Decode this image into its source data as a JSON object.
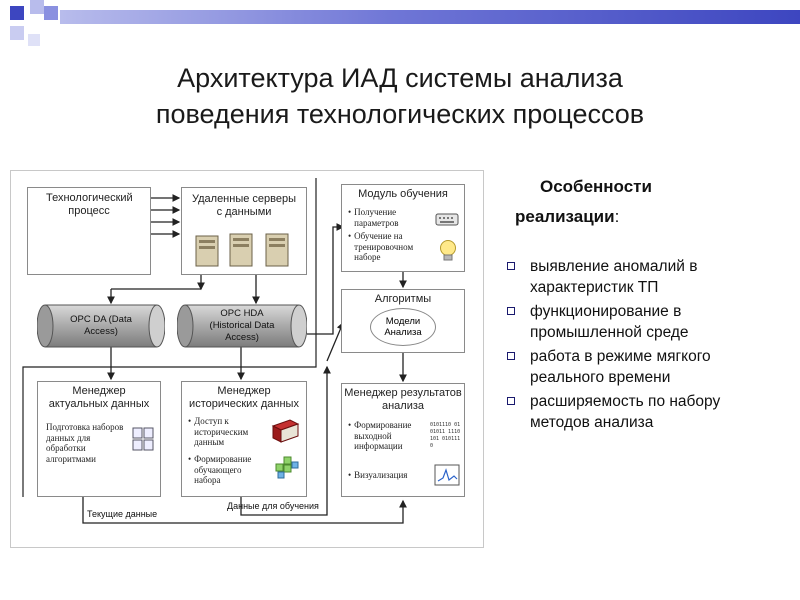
{
  "title": {
    "line1": "Архитектура ИАД системы анализа",
    "line2": "поведения технологических процессов"
  },
  "colors": {
    "accent_blue": "#3d46c0",
    "light_blue": "#b8bcec",
    "cylinder_gray": "#a9a9a9",
    "book_red": "#9c1c1c"
  },
  "diagram": {
    "tech_process": {
      "title": "Технологический процесс"
    },
    "servers": {
      "title": "Удаленные серверы с данными"
    },
    "learning": {
      "title": "Модуль обучения",
      "items": [
        "Получение параметров",
        "Обучение на тренировочном наборе"
      ],
      "icons": [
        "keyboard-icon",
        "lightbulb-icon"
      ]
    },
    "algorithms": {
      "title": "Алгоритмы",
      "oval_label": "Модели Анализа"
    },
    "opc_da": {
      "label": "OPC DA (Data Access)"
    },
    "opc_hda": {
      "label": "OPC HDA (Historical Data Access)"
    },
    "current_manager": {
      "title": "Менеджер актуальных данных",
      "text": "Подготовка наборов данных для обработки алгоритмами"
    },
    "history_manager": {
      "title": "Менеджер исторических данных",
      "items": [
        "Доступ к историческим данным",
        "Формирование обучающего набора"
      ]
    },
    "results_manager": {
      "title": "Менеджер результатов анализа",
      "items": [
        "Формирование выходной информации",
        "Визуализация"
      ],
      "binary_text": "0101110 0101011 1110101 0101110"
    },
    "label_current": "Текущие данные",
    "label_training": "Данные для обучения"
  },
  "features": {
    "heading_line1": "Особенности",
    "heading_line2": "реализации",
    "heading_colon": ":",
    "items": [
      "выявление аномалий в характеристик ТП",
      "функционирование в промышленной среде",
      "работа в режиме мягкого реального времени",
      "расширяемость по набору методов анализа"
    ]
  }
}
